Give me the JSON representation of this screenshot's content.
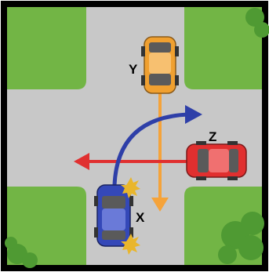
{
  "labels": {
    "car_y": "Y",
    "car_z": "Z",
    "car_x": "X"
  },
  "colors": {
    "frame": "#000000",
    "grass": "#72b545",
    "grass_dark": "#4f9a33",
    "road": "#c8c8c8",
    "car_y_body": "#f0a030",
    "car_z_body": "#e12f2f",
    "car_x_body": "#3448b8",
    "arrow_y": "#f5a33a",
    "arrow_z": "#e03030",
    "arrow_x": "#2e3fa8",
    "blinker": "#e9b62c"
  },
  "icons": [
    "orange-car-icon",
    "red-car-icon",
    "blue-car-icon",
    "turn-signal-icon",
    "bush-icon"
  ]
}
